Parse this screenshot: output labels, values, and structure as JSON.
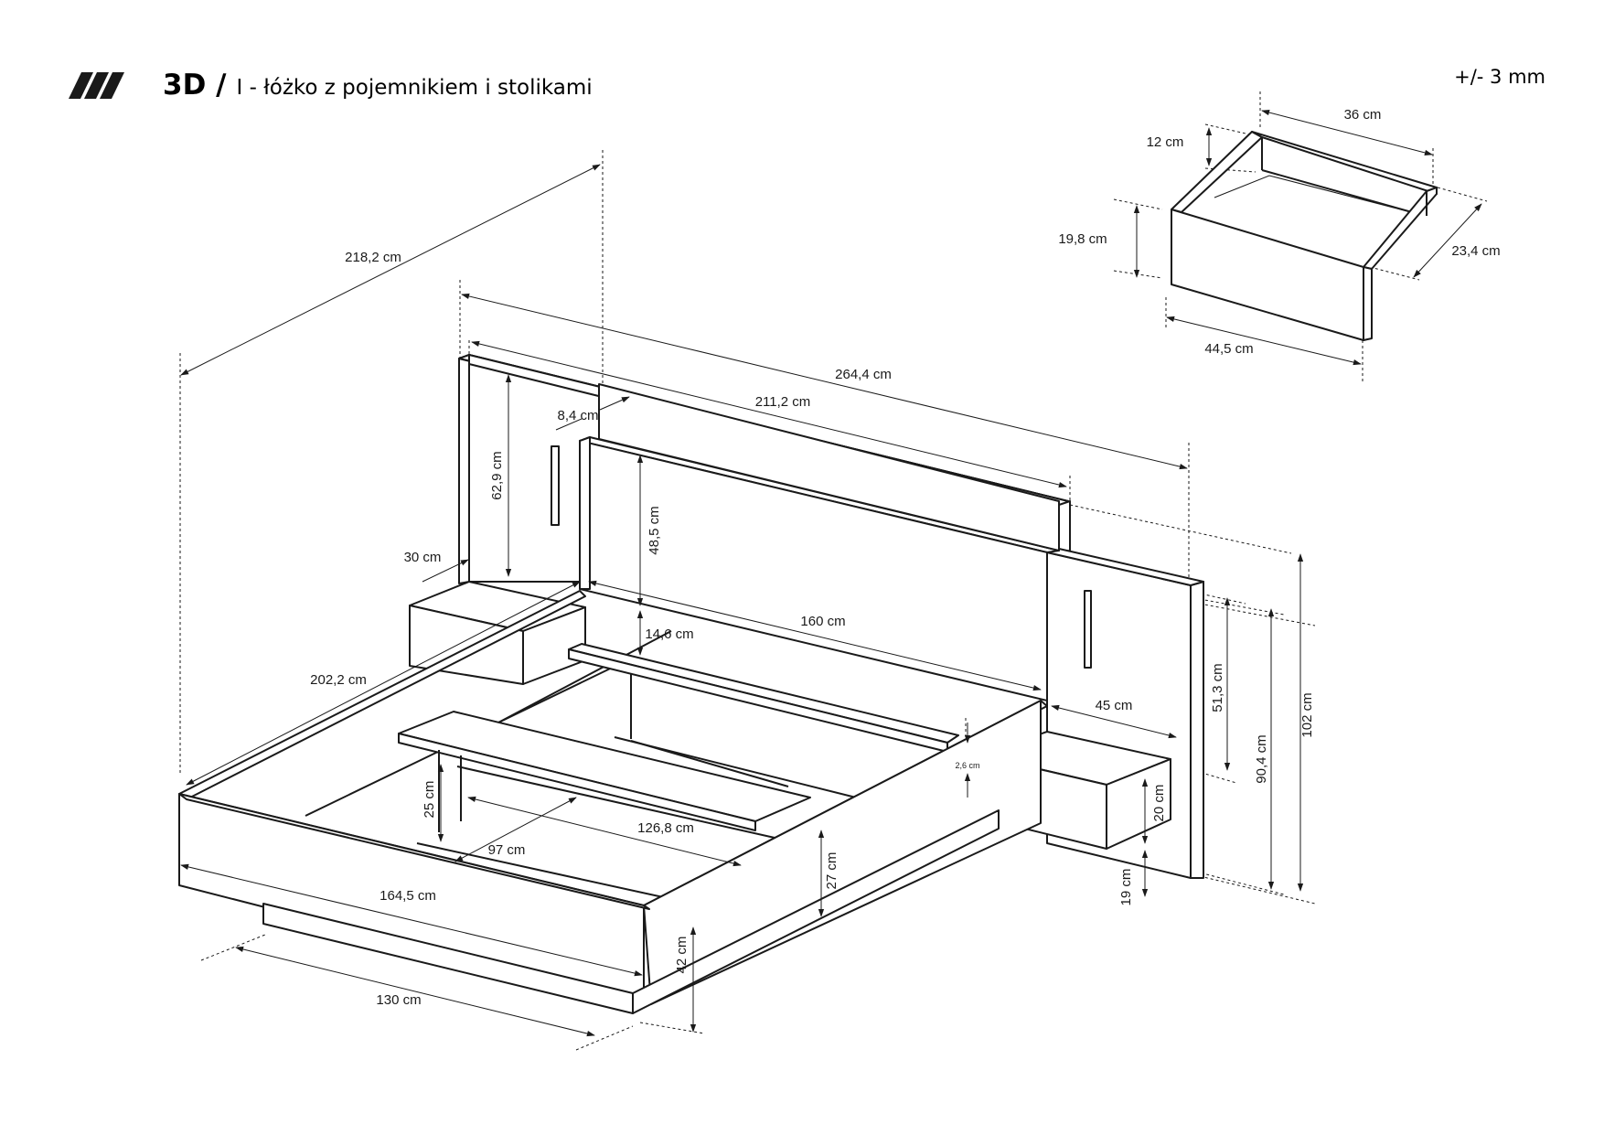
{
  "header": {
    "logo_icon": "triple-slash-logo-icon",
    "title_bold": "3D /",
    "title_rest": "I - łóżko z pojemnikiem i stolikami",
    "tolerance": "+/- 3 mm"
  },
  "drawer": {
    "depth_top": "36 cm",
    "side_height": "12 cm",
    "front_height": "19,8 cm",
    "side_depth": "23,4 cm",
    "front_width": "44,5 cm"
  },
  "bed": {
    "overall_depth": "218,2 cm",
    "overall_width": "264,4 cm",
    "headboard_width": "211,2 cm",
    "headboard_top_depth": "8,4 cm",
    "panel_height": "62,9 cm",
    "inner_panel_height": "48,5 cm",
    "mattress_width": "160 cm",
    "shelf_gap": "14,6 cm",
    "left_table_depth": "30 cm",
    "frame_length": "202,2 cm",
    "right_table_width": "45 cm",
    "right_panel_height": "51,3 cm",
    "right_panel_total": "90,4 cm",
    "total_height": "102 cm",
    "table_height": "20 cm",
    "table_floor_gap": "19 cm",
    "shelf_thickness": "2,6 cm",
    "frame_side_height": "27 cm",
    "storage_depth": "25 cm",
    "storage_length": "126,8 cm",
    "storage_width": "97 cm",
    "frame_width": "164,5 cm",
    "base_width": "130 cm",
    "bed_height": "42 cm"
  }
}
